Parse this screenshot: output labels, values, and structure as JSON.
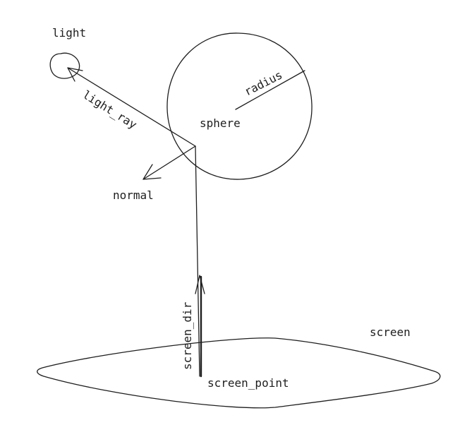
{
  "labels": {
    "light": "light",
    "light_ray": "light_ray",
    "sphere": "sphere",
    "radius": "radius",
    "normal": "normal",
    "screen": "screen",
    "screen_dir": "screen_dir",
    "screen_point": "screen_point"
  },
  "colors": {
    "ink": "#1e1e1e",
    "background": "#ffffff"
  }
}
